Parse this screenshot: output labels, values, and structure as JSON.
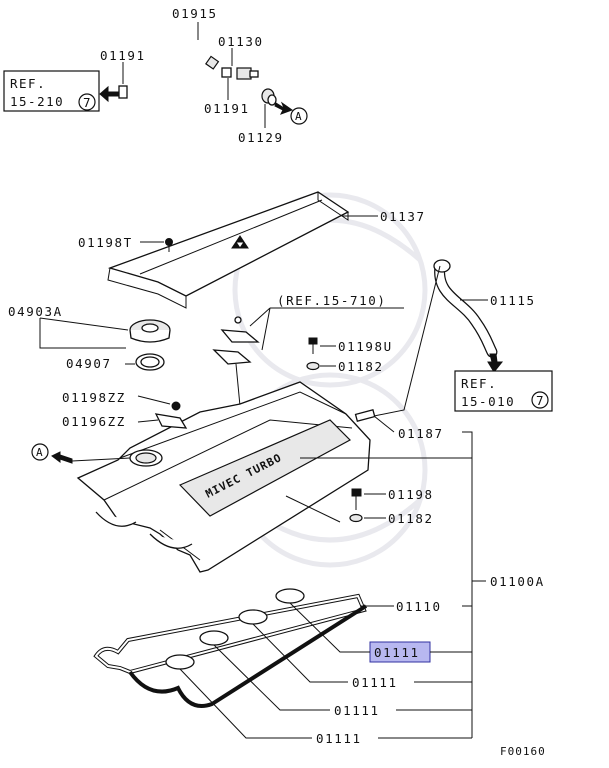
{
  "labels": {
    "p01915": "01915",
    "p01191_top": "01191",
    "p01130": "01130",
    "p01191_mid": "01191",
    "p01129": "01129",
    "p01137": "01137",
    "p01198T": "01198T",
    "p04903A": "04903A",
    "p04907": "04907",
    "ref_15_710": "(REF.15-710)",
    "p01198U": "01198U",
    "p01182_top": "01182",
    "p01115": "01115",
    "p01198ZZ": "01198ZZ",
    "p01196ZZ": "01196ZZ",
    "p01187": "01187",
    "p01198": "01198",
    "p01182_bot": "01182",
    "p01100A": "01100A",
    "p01110": "01110",
    "p01111_highlight": "01111",
    "p01111_a": "01111",
    "p01111_b": "01111",
    "p01111_c": "01111",
    "figure_code": "F00160",
    "cover_text": "MIVEC TURBO"
  },
  "refs": {
    "top_left": {
      "line1": "REF.",
      "line2": "15-210",
      "circle": "7"
    },
    "right": {
      "line1": "REF.",
      "line2": "15-010",
      "circle": "7"
    }
  },
  "markers": {
    "a_top": "A",
    "a_left": "A"
  },
  "colors": {
    "highlight": "#b8b8f0",
    "highlight_border": "#3030a0",
    "line": "#111111"
  }
}
